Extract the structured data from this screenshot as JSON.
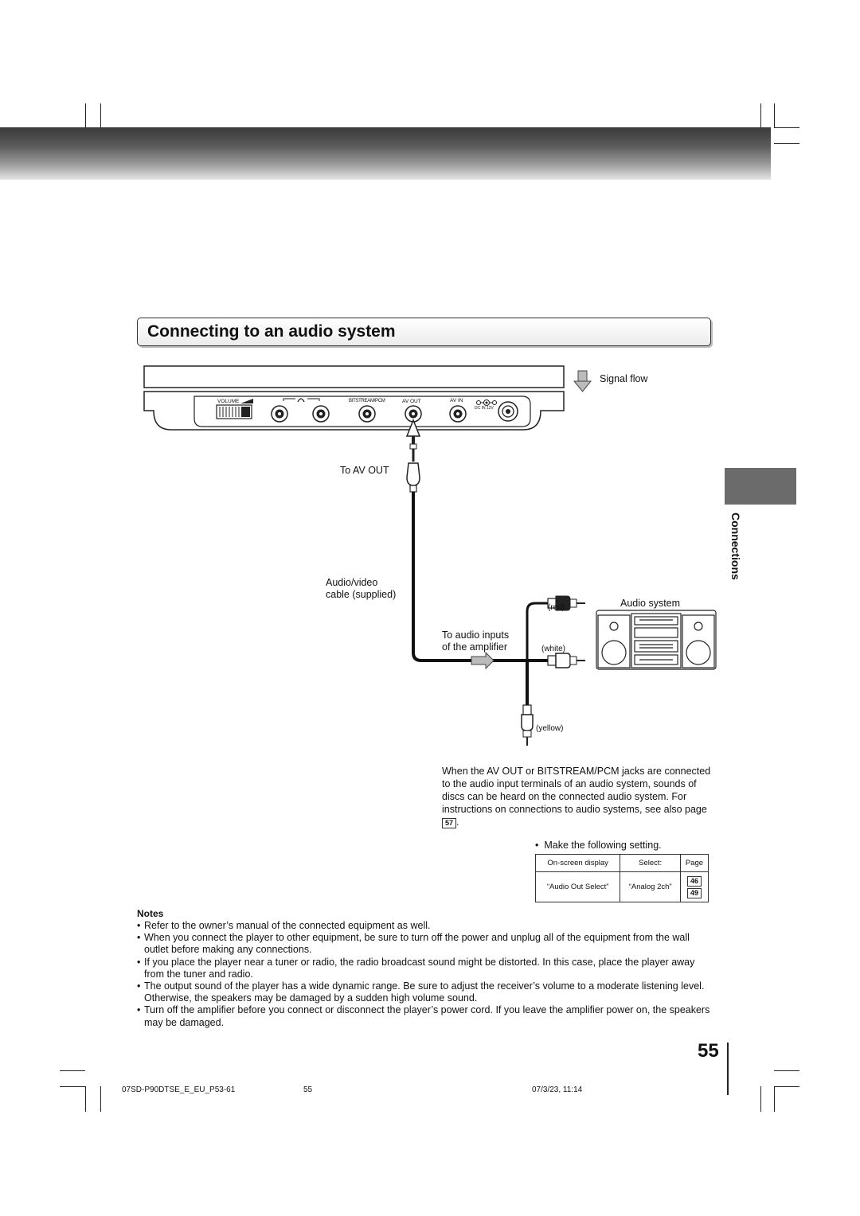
{
  "section": {
    "title": "Connecting to an audio system"
  },
  "side_tab": {
    "label": "Connections"
  },
  "diagram": {
    "signal_flow": "Signal flow",
    "jacks": {
      "volume": "VOLUME",
      "bitstream_pcm": "BITSTREAM/PCM",
      "av_out": "AV OUT",
      "av_in": "AV IN",
      "dc_in": "DC IN 12V"
    },
    "to_av_out": "To  AV OUT",
    "cable_label_line1": "Audio/video",
    "cable_label_line2": "cable (supplied)",
    "to_audio_inputs_line1": "To audio inputs",
    "to_audio_inputs_line2": "of the amplifier",
    "plug_red": "(red)",
    "plug_white": "(white)",
    "plug_yellow": "(yellow)",
    "audio_system": "Audio system"
  },
  "description": {
    "text": "When the AV OUT or BITSTREAM/PCM jacks are connected to the audio input terminals of an audio system, sounds of discs can be heard on the connected audio system. For instructions on connections to audio systems, see also page",
    "page_ref": "57",
    "end": "."
  },
  "setting": {
    "bullet": "Make the following setting.",
    "headers": [
      "On-screen display",
      "Select:",
      "Page"
    ],
    "row": {
      "display": "“Audio Out Select”",
      "select": "“Analog 2ch”",
      "pages": [
        "46",
        "49"
      ]
    }
  },
  "notes": {
    "title": "Notes",
    "items": [
      "Refer to the owner’s manual of the connected equipment as well.",
      "When you connect the player to other equipment, be sure to turn off the power and unplug all of the equipment from the wall outlet before making any connections.",
      "If you place the player near a tuner or radio, the radio broadcast sound might be distorted. In this case, place the player away from the tuner and radio.",
      "The output sound of the player has a wide dynamic range. Be sure to adjust the receiver’s volume to a moderate listening level. Otherwise, the speakers may be damaged by a sudden high volume sound.",
      "Turn off the amplifier before you connect or disconnect the player’s power cord. If you leave the amplifier power on, the speakers may be damaged."
    ]
  },
  "page_number": "55",
  "footer": {
    "file": "07SD-P90DTSE_E_EU_P53-61",
    "page": "55",
    "timestamp": "07/3/23, 11:14"
  }
}
